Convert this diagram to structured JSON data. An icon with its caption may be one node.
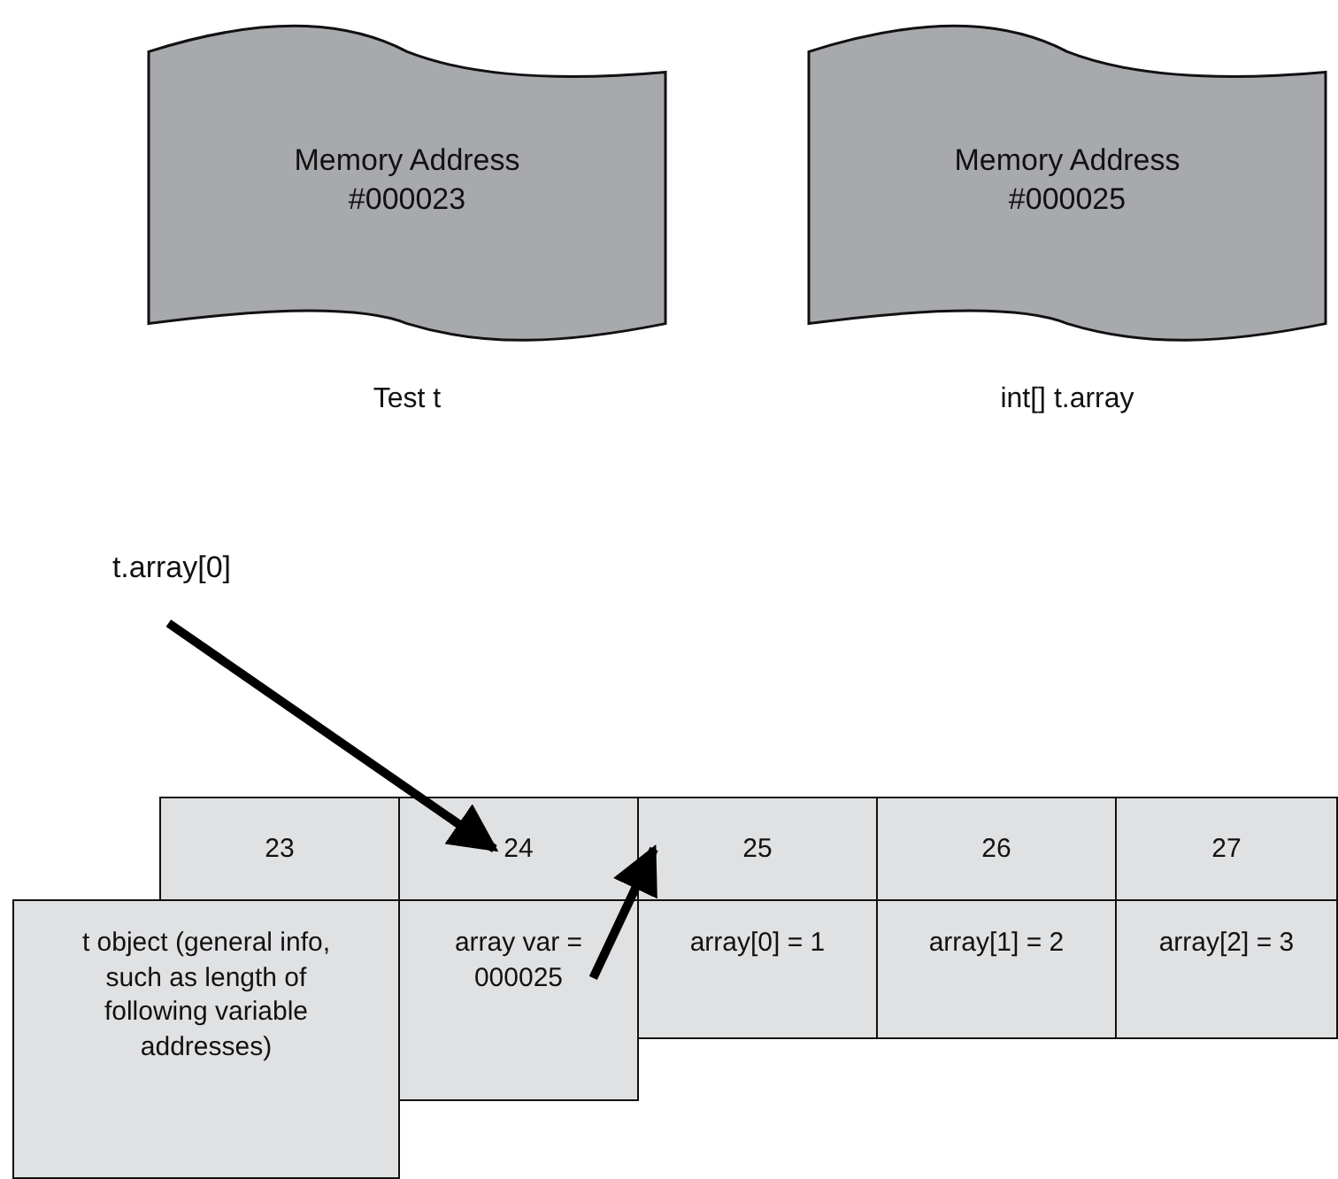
{
  "diagram": {
    "nodes": [
      {
        "text": [
          "Memory Address #000023"
        ],
        "beside": [
          "Test t"
        ]
      },
      {
        "text": [
          "Memory Address #000025"
        ],
        "beside": [
          "int[] t.array"
        ]
      },
      {
        "text": [
          "t.array[0]"
        ]
      },
      {
        "text": [
          "23"
        ]
      },
      {
        "text": [
          "24"
        ]
      },
      {
        "text": [
          "25"
        ]
      },
      {
        "text": [
          "26"
        ]
      },
      {
        "text": [
          "27"
        ]
      },
      {
        "text": [
          "t object (general info, such as length of following variable addresses)"
        ]
      },
      {
        "text": [
          "array var = 000025"
        ]
      },
      {
        "text": [
          "array[0] = 1"
        ]
      },
      {
        "text": [
          "array[1] = 2"
        ]
      },
      {
        "text": [
          "array[2] = 3"
        ]
      }
    ],
    "edges": [
      {
        "from": 2,
        "to": 4,
        "arrow": "to"
      },
      {
        "from": 9,
        "to": 5,
        "arrow": "to"
      }
    ]
  }
}
